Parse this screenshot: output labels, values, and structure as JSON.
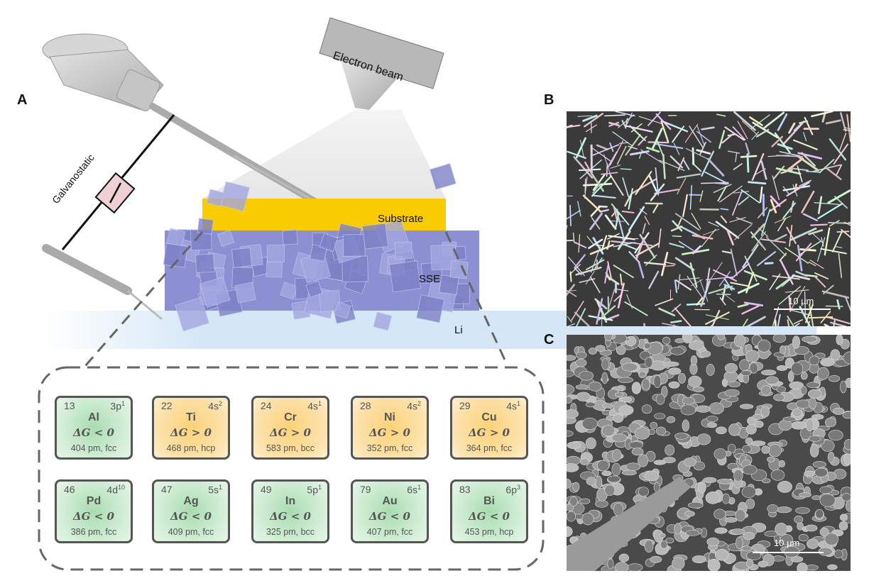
{
  "panels": {
    "a": "A",
    "b": "B",
    "c": "C"
  },
  "labels": {
    "electron_beam": "Electron beam",
    "galvanostatic": "Galvanostatic",
    "substrate": "Substrate",
    "sse": "SSE",
    "li": "Li"
  },
  "colors": {
    "substrate": "#f8cc00",
    "sse": "#8c90d2",
    "li": "#d5e7f7",
    "favorable": "#c4e8c9",
    "unfavorable": "#fcdc9c"
  },
  "elements": [
    {
      "number": "13",
      "orbital": "3p",
      "orbital_sup": "1",
      "symbol": "Al",
      "dg": "ΔG < 0",
      "lattice": "404 pm, fcc",
      "type": "green"
    },
    {
      "number": "22",
      "orbital": "4s",
      "orbital_sup": "2",
      "symbol": "Ti",
      "dg": "ΔG > 0",
      "lattice": "468 pm, hcp",
      "type": "orange"
    },
    {
      "number": "24",
      "orbital": "4s",
      "orbital_sup": "1",
      "symbol": "Cr",
      "dg": "ΔG > 0",
      "lattice": "583 pm, bcc",
      "type": "orange"
    },
    {
      "number": "28",
      "orbital": "4s",
      "orbital_sup": "2",
      "symbol": "Ni",
      "dg": "ΔG > 0",
      "lattice": "352 pm, fcc",
      "type": "orange"
    },
    {
      "number": "29",
      "orbital": "4s",
      "orbital_sup": "1",
      "symbol": "Cu",
      "dg": "ΔG > 0",
      "lattice": "364 pm, fcc",
      "type": "orange"
    },
    {
      "number": "46",
      "orbital": "4d",
      "orbital_sup": "10",
      "symbol": "Pd",
      "dg": "ΔG < 0",
      "lattice": "386 pm, fcc",
      "type": "green"
    },
    {
      "number": "47",
      "orbital": "5s",
      "orbital_sup": "1",
      "symbol": "Ag",
      "dg": "ΔG < 0",
      "lattice": "409 pm, fcc",
      "type": "green"
    },
    {
      "number": "49",
      "orbital": "5p",
      "orbital_sup": "1",
      "symbol": "In",
      "dg": "ΔG < 0",
      "lattice": "325 pm, bcc",
      "type": "green"
    },
    {
      "number": "79",
      "orbital": "6s",
      "orbital_sup": "1",
      "symbol": "Au",
      "dg": "ΔG < 0",
      "lattice": "407 pm, fcc",
      "type": "green"
    },
    {
      "number": "83",
      "orbital": "6p",
      "orbital_sup": "3",
      "symbol": "Bi",
      "dg": "ΔG < 0",
      "lattice": "453 pm, hcp",
      "type": "green"
    }
  ],
  "sem": {
    "b_scale": "10 µm",
    "c_scale": "10 µm"
  }
}
